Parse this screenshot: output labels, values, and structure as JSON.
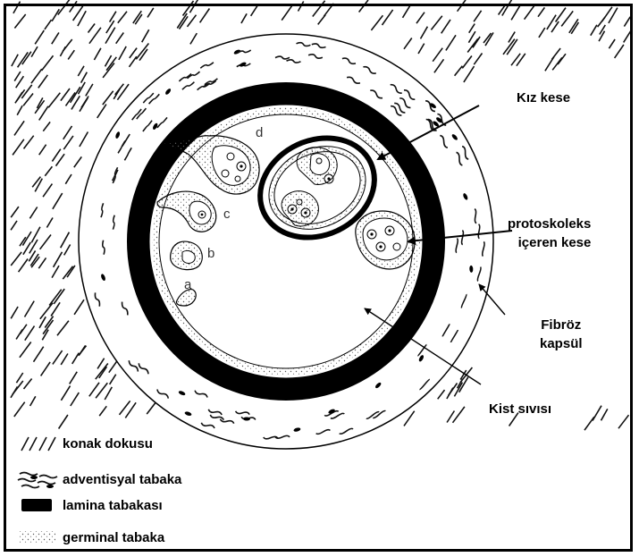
{
  "labels": {
    "kiz_kese": "Kız kese",
    "protoskoleks_line1": "protoskoleks",
    "protoskoleks_line2": "içeren kese",
    "fibroz_line1": "Fibröz",
    "fibroz_line2": "kapsül",
    "kist_sivisi": "Kist sıvısı"
  },
  "stages": [
    "a",
    "b",
    "c",
    "d"
  ],
  "legend": [
    {
      "key": "konak",
      "label": "konak dokusu"
    },
    {
      "key": "adventisyal",
      "label": "adventisyal tabaka"
    },
    {
      "key": "lamina",
      "label": "lamina tabakası"
    },
    {
      "key": "germinal",
      "label": "germinal tabaka"
    }
  ]
}
